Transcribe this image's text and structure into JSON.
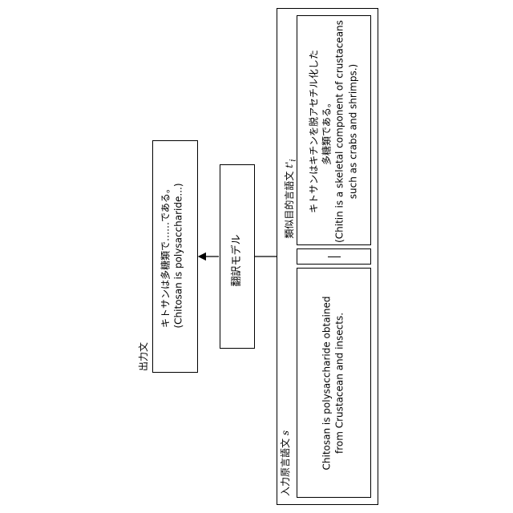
{
  "input": {
    "label": "入力原言語文",
    "var": "s",
    "line1": "Chitosan is polysaccharide obtained",
    "line2": "from Crustacean and insects."
  },
  "similar": {
    "label": "類似目的言語文",
    "var": "t'",
    "var_sub": "i",
    "jp_line1": "キトサンはキチンを脱アセチル化した",
    "jp_line2": "多糖類である。",
    "en_line1": "(Chitin is a skeletal component of crustaceans",
    "en_line2": "such as crabs and shrimps.)"
  },
  "separator": {
    "text": "|"
  },
  "model": {
    "label": "翻訳モデル"
  },
  "output": {
    "label": "出力文",
    "jp": "キトサンは多糖類で……である。",
    "en": "(Chitosan is polysaccharide...)"
  }
}
